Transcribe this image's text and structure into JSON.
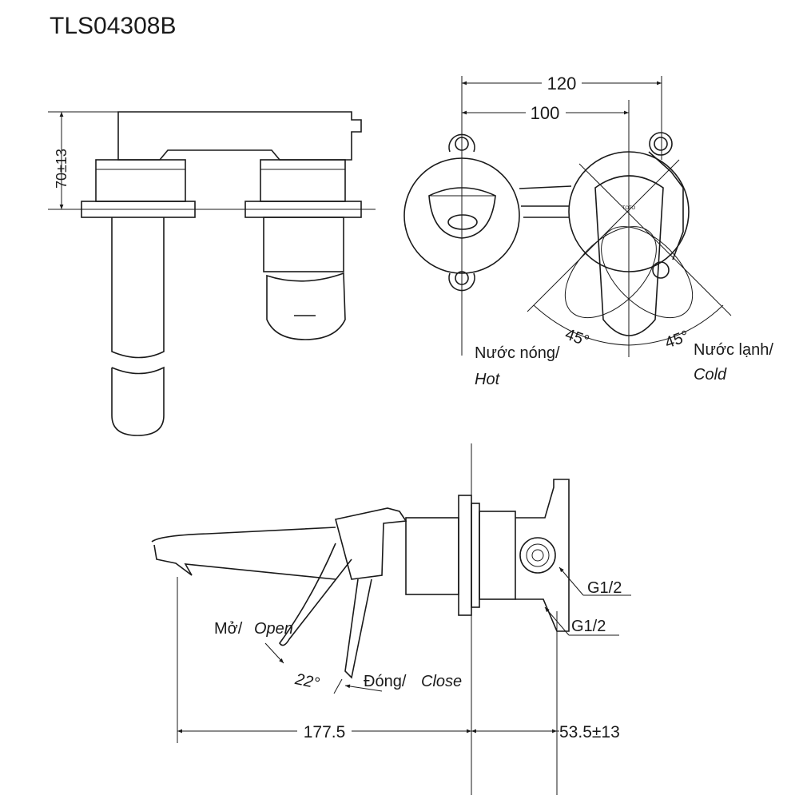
{
  "title": "TLS04308B",
  "front_view": {
    "height_dim": "70±13"
  },
  "top_view": {
    "dim_outer": "120",
    "dim_inner": "100",
    "angle_left": "45°",
    "angle_right": "45°",
    "hot_label_vn": "Nước nóng/",
    "hot_label_en": "Hot",
    "cold_label_vn": "Nước lạnh/",
    "cold_label_en": "Cold",
    "brand_mark": "TOTO"
  },
  "side_view": {
    "open_label_vn": "Mở/",
    "open_label_en": "Open",
    "angle": "22°",
    "close_label_vn": "Đóng/",
    "close_label_en": "Close",
    "thread_1": "G1/2",
    "thread_2": "G1/2",
    "dim_spout": "177.5",
    "dim_depth": "53.5±13"
  }
}
